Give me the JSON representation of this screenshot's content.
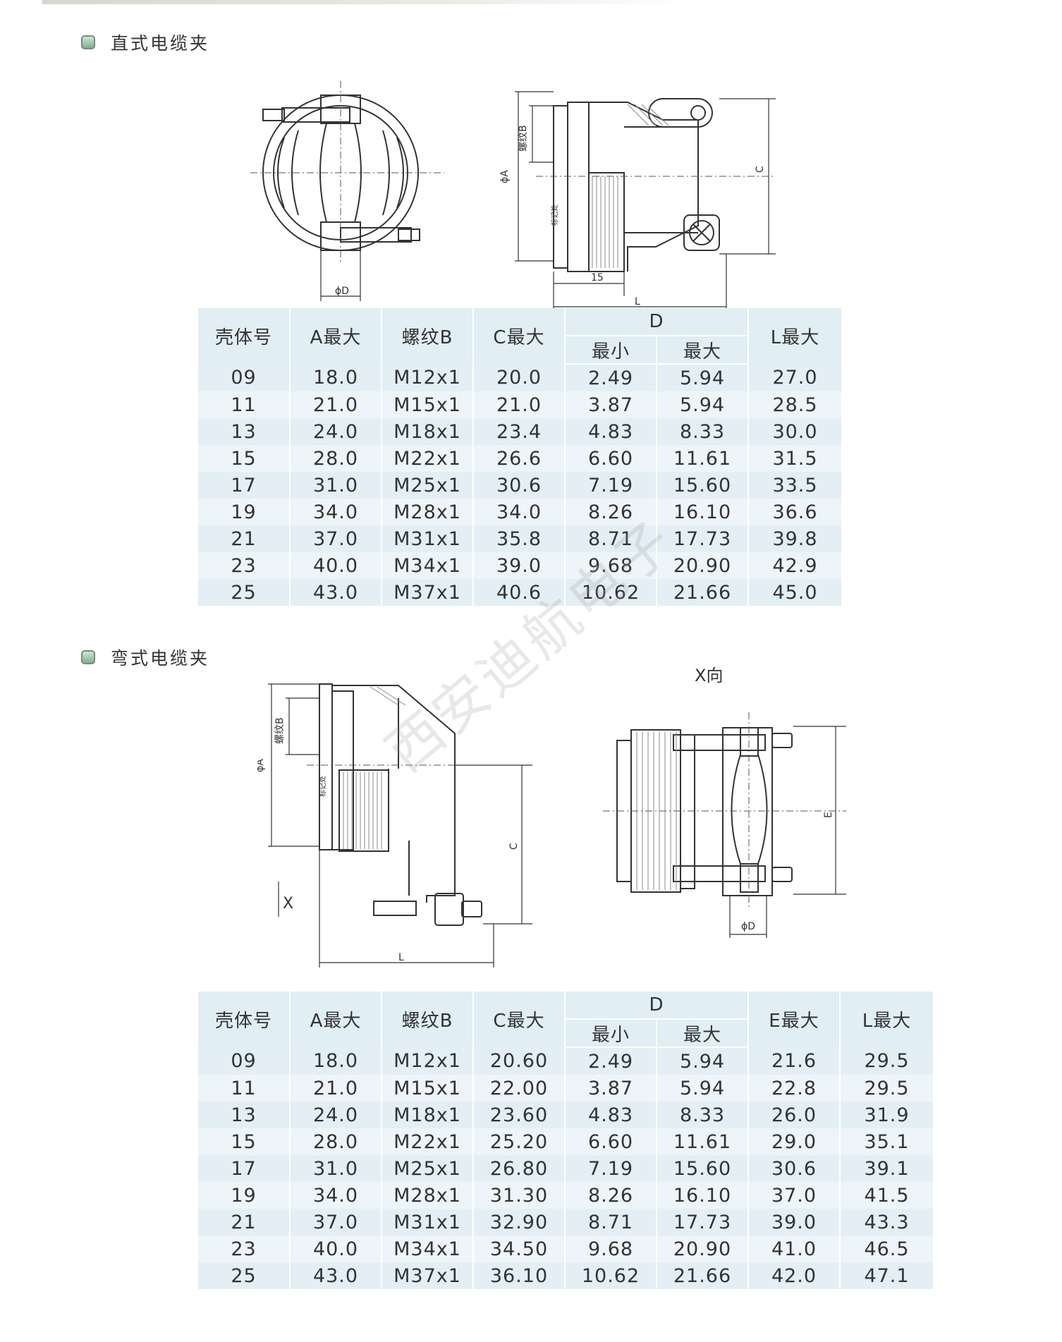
{
  "section1": {
    "title": "直式电缆夹",
    "drawing_labels": {
      "phiD": "ϕD",
      "phiA": "ϕA",
      "threadB": "螺纹B",
      "C": "C",
      "L": "L",
      "dim15": "15",
      "mark": "标记处"
    },
    "table": {
      "headers": [
        "壳体号",
        "A最大",
        "螺纹B",
        "C最大",
        "D",
        "L最大"
      ],
      "subheaders": [
        "最小",
        "最大"
      ],
      "rows": [
        [
          "09",
          "18.0",
          "M12x1",
          "20.0",
          "2.49",
          "5.94",
          "27.0"
        ],
        [
          "11",
          "21.0",
          "M15x1",
          "21.0",
          "3.87",
          "5.94",
          "28.5"
        ],
        [
          "13",
          "24.0",
          "M18x1",
          "23.4",
          "4.83",
          "8.33",
          "30.0"
        ],
        [
          "15",
          "28.0",
          "M22x1",
          "26.6",
          "6.60",
          "11.61",
          "31.5"
        ],
        [
          "17",
          "31.0",
          "M25x1",
          "30.6",
          "7.19",
          "15.60",
          "33.5"
        ],
        [
          "19",
          "34.0",
          "M28x1",
          "34.0",
          "8.26",
          "16.10",
          "36.6"
        ],
        [
          "21",
          "37.0",
          "M31x1",
          "35.8",
          "8.71",
          "17.73",
          "39.8"
        ],
        [
          "23",
          "40.0",
          "M34x1",
          "39.0",
          "9.68",
          "20.90",
          "42.9"
        ],
        [
          "25",
          "43.0",
          "M37x1",
          "40.6",
          "10.62",
          "21.66",
          "45.0"
        ]
      ]
    }
  },
  "section2": {
    "title": "弯式电缆夹",
    "drawing_labels": {
      "xview": "X向",
      "phiA": "ϕA",
      "threadB": "螺纹B",
      "C": "C",
      "L": "L",
      "X": "X",
      "E": "E",
      "phiD": "ϕD",
      "mark": "标记处"
    },
    "table": {
      "headers": [
        "壳体号",
        "A最大",
        "螺纹B",
        "C最大",
        "D",
        "E最大",
        "L最大"
      ],
      "subheaders": [
        "最小",
        "最大"
      ],
      "rows": [
        [
          "09",
          "18.0",
          "M12x1",
          "20.60",
          "2.49",
          "5.94",
          "21.6",
          "29.5"
        ],
        [
          "11",
          "21.0",
          "M15x1",
          "22.00",
          "3.87",
          "5.94",
          "22.8",
          "29.5"
        ],
        [
          "13",
          "24.0",
          "M18x1",
          "23.60",
          "4.83",
          "8.33",
          "26.0",
          "31.9"
        ],
        [
          "15",
          "28.0",
          "M22x1",
          "25.20",
          "6.60",
          "11.61",
          "29.0",
          "35.1"
        ],
        [
          "17",
          "31.0",
          "M25x1",
          "26.80",
          "7.19",
          "15.60",
          "30.6",
          "39.1"
        ],
        [
          "19",
          "34.0",
          "M28x1",
          "31.30",
          "8.26",
          "16.10",
          "37.0",
          "41.5"
        ],
        [
          "21",
          "37.0",
          "M31x1",
          "32.90",
          "8.71",
          "17.73",
          "39.0",
          "43.3"
        ],
        [
          "23",
          "40.0",
          "M34x1",
          "34.50",
          "9.68",
          "20.90",
          "41.0",
          "46.5"
        ],
        [
          "25",
          "43.0",
          "M37x1",
          "36.10",
          "10.62",
          "21.66",
          "42.0",
          "47.1"
        ]
      ]
    }
  },
  "watermark": "西安迪航电子"
}
